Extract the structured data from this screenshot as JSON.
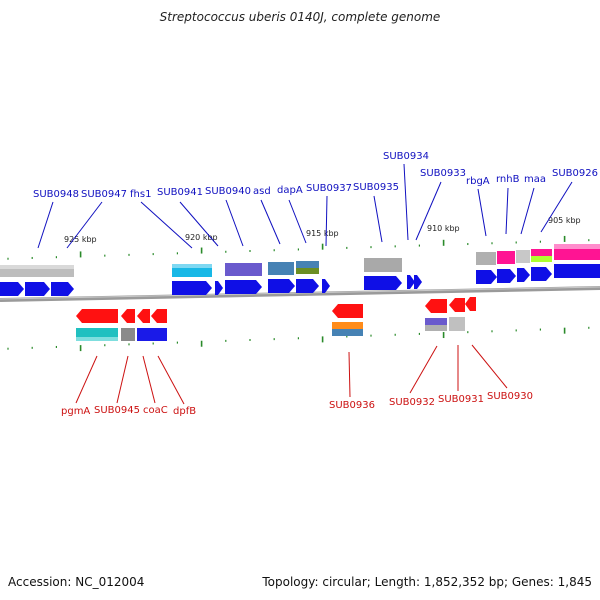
{
  "title": "Streptococcus uberis 0140J, complete genome",
  "footer": {
    "accession": "Accession: NC_012004",
    "topology": "Topology: circular; Length: 1,852,352 bp; Genes: 1,845"
  },
  "colors": {
    "forward_label": "#1010c0",
    "reverse_label": "#cc1111",
    "backbone": "#888888",
    "tick": "#2a8a2a"
  },
  "scale_labels": [
    "925 kbp",
    "920 kbp",
    "915 kbp",
    "910 kbp",
    "905 kbp"
  ],
  "forward_gene_labels": [
    "SUB0948",
    "SUB0947",
    "fhs1",
    "SUB0941",
    "SUB0940",
    "asd",
    "dapA",
    "SUB0937",
    "SUB0935",
    "SUB0934",
    "SUB0933",
    "rbgA",
    "rnhB",
    "maa",
    "SUB0926"
  ],
  "reverse_gene_labels": [
    "pgmA",
    "SUB0945",
    "coaC",
    "dpfB",
    "SUB0936",
    "SUB0932",
    "SUB0931",
    "SUB0930"
  ]
}
